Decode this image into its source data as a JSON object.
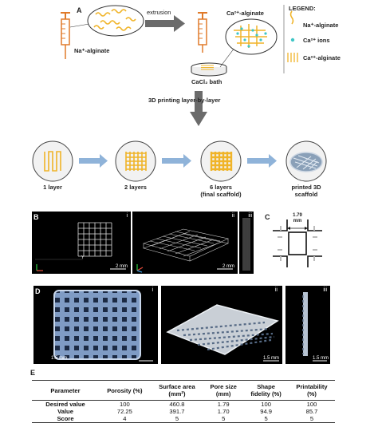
{
  "panel_a": {
    "label": "A",
    "extrusion": "extrusion",
    "na_alginate": "Na⁺-alginate",
    "ca_alginate": "Ca²⁺-alginate",
    "cacl2_bath": "CaCl₂ bath",
    "printing": "3D printing layer-by-layer",
    "legend_title": "LEGEND:",
    "legend_items": [
      "Na⁺-alginate",
      "Ca²⁺ ions",
      "Ca²⁺-alginate"
    ],
    "steps": [
      "1 layer",
      "2 layers",
      "6 layers\n(final scaffold)",
      "printed 3D\nscaffold"
    ],
    "step_lines": [
      [
        "1 layer"
      ],
      [
        "2 layers"
      ],
      [
        "6 layers",
        "(final scaffold)"
      ],
      [
        "printed 3D",
        "scaffold"
      ]
    ]
  },
  "panel_b": {
    "label": "B",
    "sub": [
      "i",
      "ii",
      "iii"
    ],
    "scale": [
      "2 mm",
      "2 mm"
    ],
    "axis": [
      "Y",
      "X",
      "Z"
    ]
  },
  "panel_c": {
    "label": "C",
    "dimension": "1.79",
    "unit": "mm"
  },
  "panel_d": {
    "label": "D",
    "sub": [
      "i",
      "ii",
      "iii"
    ],
    "scale": [
      "1.5 mm",
      "1.5 mm",
      "1.5 mm"
    ]
  },
  "panel_e": {
    "label": "E",
    "headers": [
      "Parameter",
      "Porosity (%)",
      "Surface area\n(mm²)",
      "Pore size\n(mm)",
      "Shape\nfidelity (%)",
      "Printability\n(%)"
    ],
    "header_lines": [
      [
        "Parameter"
      ],
      [
        "Porosity (%)"
      ],
      [
        "Surface area",
        "(mm²)"
      ],
      [
        "Pore size",
        "(mm)"
      ],
      [
        "Shape",
        "fidelity (%)"
      ],
      [
        "Printability",
        "(%)"
      ]
    ],
    "rows": [
      [
        "Desired value",
        "100",
        "460.8",
        "1.79",
        "100",
        "100"
      ],
      [
        "Value",
        "72.25",
        "391.7",
        "1.70",
        "94.9",
        "85.7"
      ],
      [
        "Score",
        "4",
        "5",
        "5",
        "5",
        "5"
      ]
    ]
  },
  "colors": {
    "syringe": "#e07a2a",
    "alginate": "#f0b429",
    "ions": "#3fc6c6",
    "arrow": "#6b6b6b",
    "blue_arrow": "#8fb3d9",
    "circle_fill": "#f2f2f2"
  }
}
